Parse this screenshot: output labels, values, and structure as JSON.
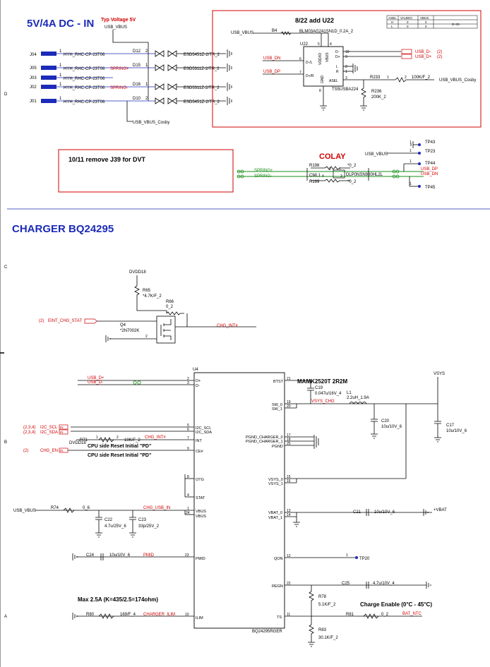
{
  "section_usb": {
    "title": "5V/4A DC - IN",
    "typ_voltage": "Typ Voltage 5V",
    "usb_vbus": "USB_VBUS",
    "usb_vbus_cosby": "USB_VBUS_Cosby",
    "connectors": [
      {
        "ref": "J04",
        "pin": "1",
        "part": "HYH_RHC-CP-23T06",
        "net": "",
        "diode": "D12",
        "dpin": "2",
        "esd": "ESD5451Z-2/TR_2"
      },
      {
        "ref": "J05",
        "pin": "1",
        "part": "HYH_RHC-CP-23T06",
        "net": "SPRING+",
        "diode": "D15",
        "dpin": "1",
        "esd": "ESD5311Z-2/TR_2"
      },
      {
        "ref": "J03",
        "pin": "1",
        "part": "HYH_RHC-CP-23T06",
        "net": "",
        "diode": "",
        "dpin": "",
        "esd": ""
      },
      {
        "ref": "J02",
        "pin": "1",
        "part": "HYH_RHC-CP-23T06",
        "net": "SPRING-",
        "diode": "D16",
        "dpin": "1",
        "esd": "ESD5311Z-2/TR_2"
      },
      {
        "ref": "J01",
        "pin": "1",
        "part": "HYH_RHC-CP-23T06",
        "net": "",
        "diode": "D10",
        "dpin": "2",
        "esd": "ESD5451Z-2/TR_2"
      }
    ]
  },
  "box_u22": {
    "title": "8/22 add U22",
    "ref": "U22",
    "part": "TS5USBA224",
    "bead_ref": "B4",
    "bead_part": "BLM03AG241SN1D_0.2A_2",
    "pins": {
      "dl": "D-/L",
      "dr": "D+/R",
      "vdd": "VDD/IO",
      "vbus": "VBUS",
      "d_minus": "D-",
      "d_plus": "D+",
      "l": "L",
      "r": "R",
      "asel": "ASEL",
      "gnd": "GND"
    },
    "pin_numbers": {
      "dl": "6",
      "dr": "7",
      "top1": "5",
      "top2": "4",
      "dminus": "10",
      "dplus": "9",
      "l": "2",
      "r": "1",
      "asel": "3",
      "gnd": "8"
    },
    "net_usb_dn": "USB_DN",
    "net_usb_dp": "USB_DP",
    "net_usb_dminus": "USB_D-",
    "net_usb_dplus": "USB_D+",
    "port_num": "(2)",
    "r233": "R233",
    "r233_pin1": "1",
    "r233_pin2": "2",
    "r233_val": "100K/F_2",
    "r236": "R236",
    "r236_val": "200K_2",
    "cosby": "USB_VBUS_Cosby",
    "table_headers": [
      "ASEL",
      "VAUDIO",
      "VBUS",
      ""
    ],
    "table_rows": [
      [
        "H",
        "0",
        "0",
        ""
      ],
      [
        "L",
        "0",
        "0",
        "D+/D-"
      ]
    ]
  },
  "box_colay": {
    "note": "10/11 remove J39 for DVT",
    "colay": "COLAY",
    "r198": "R198",
    "r198_val": "*0_2",
    "r199": "R199",
    "r199_val": "*0_2",
    "cml": "CML1",
    "cml_part": "DLP0NSN900HL2L",
    "pin_labels": [
      "2",
      "1",
      "3",
      "4"
    ],
    "spring_p": "SPRING+",
    "spring_m": "SPRING-",
    "tp": [
      {
        "ref": "TP43",
        "net": ""
      },
      {
        "ref": "TP23",
        "net": "USB_VBUS"
      },
      {
        "ref": "TP44",
        "net": "USB_DP"
      },
      {
        "ref": "TP45",
        "net": ""
      }
    ],
    "usb_dn": "USB_DN",
    "tp_pin": "1"
  },
  "charger": {
    "title": "CHARGER BQ24295",
    "dvdd": "DVDD18",
    "r65": "R65",
    "r65_val": "*4.7K/F_2",
    "r66": "R66",
    "r66_val": "0_2",
    "eint": "EINT_CHG_STAT",
    "eint_port": "(2)",
    "q4": "Q4",
    "q4_part": "*2N7002K",
    "chg_int_n": "CHG_INT#",
    "ic_ref": "U4",
    "ic_part": "BQ24295RGER",
    "left_pins": [
      {
        "num": "2",
        "name": "D+",
        "net": "USB_D+"
      },
      {
        "num": "3",
        "name": "D-",
        "net": "USB_D-"
      },
      {
        "num": "5",
        "name": "I2C_SCL",
        "net": "I2C_SCL"
      },
      {
        "num": "6",
        "name": "I2C_SDA",
        "net": "I2C_SDA"
      },
      {
        "num": "7",
        "name": "INT",
        "net": "CHG_INT#"
      },
      {
        "num": "9",
        "name": "CE#",
        "net": "CHG_EN"
      },
      {
        "num": "8",
        "name": "OTG",
        "net": ""
      },
      {
        "num": "4",
        "name": "STAT",
        "net": ""
      },
      {
        "num": "1",
        "name": "VBUS",
        "net": "CHG_USB_IN"
      },
      {
        "num": "24",
        "name": "VBUS",
        "net": ""
      },
      {
        "num": "23",
        "name": "PMID",
        "net": "PMID"
      },
      {
        "num": "10",
        "name": "ILIM",
        "net": "CHARGER_ILIM"
      }
    ],
    "right_pins": [
      {
        "num": "21",
        "name": "BTST"
      },
      {
        "num": "19",
        "name": "SW_0"
      },
      {
        "num": "20",
        "name": "SW_1"
      },
      {
        "num": "17",
        "name": "PGND_CHARGER_0"
      },
      {
        "num": "18",
        "name": "PGND_CHARGER_1"
      },
      {
        "num": "25",
        "name": "PGND"
      },
      {
        "num": "15",
        "name": "VSYS_0"
      },
      {
        "num": "16",
        "name": "VSYS_1"
      },
      {
        "num": "13",
        "name": "VBAT_0"
      },
      {
        "num": "14",
        "name": "VBAT_1"
      },
      {
        "num": "12",
        "name": "QON"
      },
      {
        "num": "22",
        "name": "REGN"
      },
      {
        "num": "11",
        "name": "TS"
      }
    ],
    "i2c_scl_port": "(2,3,4)",
    "i2c_sda_port": "(2,3,4)",
    "chg_en_port": "(2)",
    "in_tag": "IN",
    "r71": "R71",
    "r71_pin1": "1",
    "r71_pin2": "2",
    "r71_val": "10K/F_2",
    "dvdd18": "DVDD18",
    "cpu_note1": "CPU side Reset Initial \"PD\"",
    "cpu_note2": "CPU side Reset Initial \"PD\"",
    "usb_vbus": "USB_VBUS",
    "r74": "R74",
    "r74_val": "0_6",
    "c22": "C22",
    "c22_val": "4.7u/25V_6",
    "c23": "C23",
    "c23_val": "33p/25V_2",
    "c24": "C24",
    "c24_val": "10u/10V_6",
    "max_note": "Max 2.5A (K=435/2.5=174ohm)",
    "r80": "R80",
    "r80_val": "169/F_4",
    "inductor_title": "MAMK2520T 2R2M",
    "c19": "C19",
    "c19_val": "0.047u/16V_4",
    "vsys_chg": "VSYS_CHG",
    "l1": "L1",
    "l1_val": "2.2uH_1.9A",
    "vsys": "VSYS",
    "c20": "C20",
    "c20_val": "10u/10V_6",
    "c17": "C17",
    "c17_val": "10u/10V_6",
    "c21": "C21",
    "c21_val": "10u/10V_6",
    "vbat": "+VBAT",
    "tp20": "TP20",
    "tp20_pin": "1",
    "r78": "R78",
    "r78_val": "5.1K/F_2",
    "c25": "C25",
    "c25_val": "4.7u/10V_4",
    "charge_note": "Charge Enable (0°C - 45°C)",
    "r81": "R81",
    "r81_val": "0_2",
    "bat_ntc": "BAT_NTC",
    "r83": "R83",
    "r83_val": "30.1K/F_2"
  },
  "border_letters": [
    "D",
    "C",
    "B",
    "A"
  ],
  "colors": {
    "title": "#1c2bb8",
    "net": "#d00000",
    "spring": "#1a8f1a",
    "box": "#d00000"
  }
}
